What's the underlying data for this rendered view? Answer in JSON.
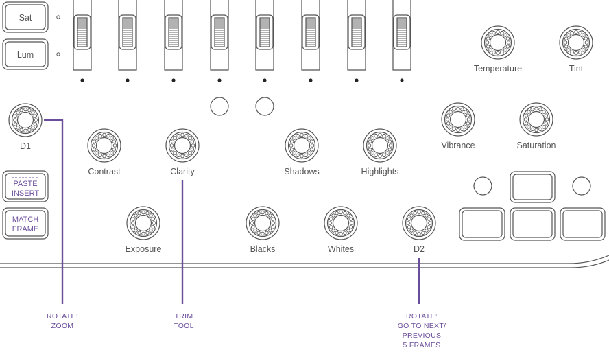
{
  "colors": {
    "accent": "#6b4e9b",
    "outline": "#555555"
  },
  "buttons": {
    "sat": "Sat",
    "lum": "Lum",
    "paste_insert": [
      "PASTE",
      "INSERT"
    ],
    "match_frame": [
      "MATCH",
      "FRAME"
    ]
  },
  "knobs": [
    {
      "id": "d1",
      "label": "D1"
    },
    {
      "id": "contrast",
      "label": "Contrast"
    },
    {
      "id": "clarity",
      "label": "Clarity"
    },
    {
      "id": "shadows",
      "label": "Shadows"
    },
    {
      "id": "highlights",
      "label": "Highlights"
    },
    {
      "id": "exposure",
      "label": "Exposure"
    },
    {
      "id": "blacks",
      "label": "Blacks"
    },
    {
      "id": "whites",
      "label": "Whites"
    },
    {
      "id": "d2",
      "label": "D2"
    },
    {
      "id": "temperature",
      "label": "Temperature"
    },
    {
      "id": "tint",
      "label": "Tint"
    },
    {
      "id": "vibrance",
      "label": "Vibrance"
    },
    {
      "id": "saturation",
      "label": "Saturation"
    }
  ],
  "fader_count": 8,
  "annotations": {
    "d1": [
      "ROTATE:",
      "ZOOM"
    ],
    "clarity": [
      "TRIM",
      "TOOL"
    ],
    "d2": [
      "ROTATE:",
      "GO TO NEXT/",
      "PREVIOUS",
      "5 FRAMES"
    ]
  }
}
